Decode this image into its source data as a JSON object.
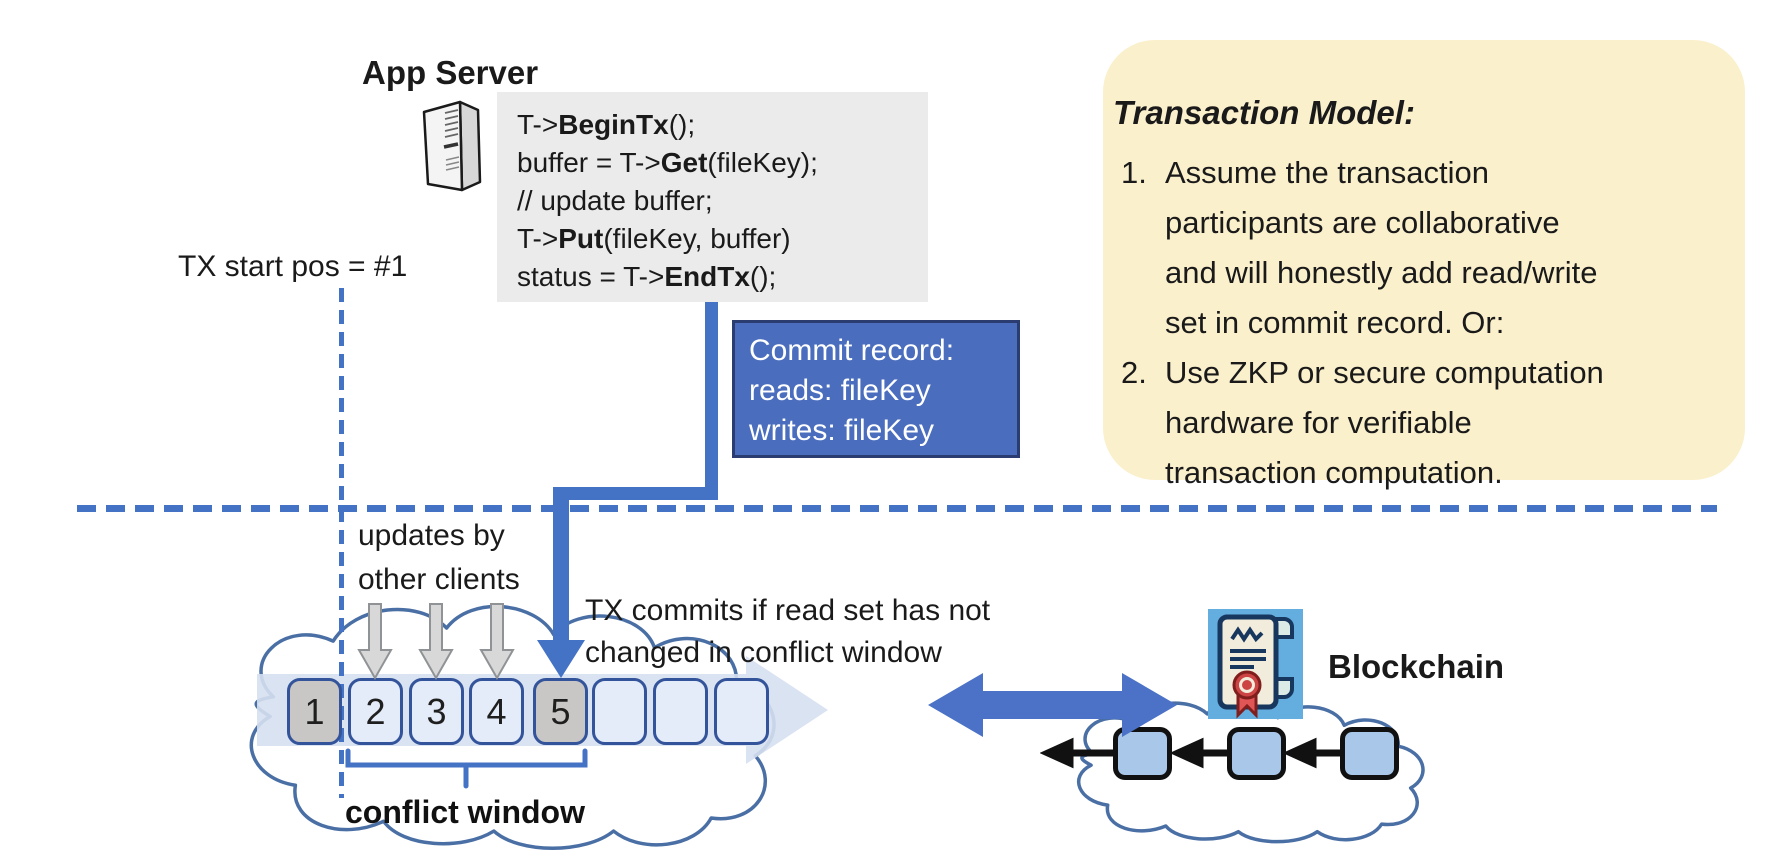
{
  "app_server": {
    "label": "App Server"
  },
  "code_box": {
    "lines": [
      [
        "T->",
        "BeginTx",
        "();"
      ],
      [
        "buffer = T->",
        "Get",
        "(fileKey);"
      ],
      [
        "// update buffer;"
      ],
      [
        "T->",
        "Put",
        "(fileKey, buffer)"
      ],
      [
        "status = T->",
        "EndTx",
        "();"
      ]
    ]
  },
  "tx_start": {
    "label": "TX start pos = #1"
  },
  "commit_record": {
    "text": "Commit record:\nreads: fileKey\nwrites: fileKey"
  },
  "note": {
    "title": "Transaction Model:",
    "items": [
      {
        "num": "1.",
        "text": "Assume the transaction\nparticipants are collaborative\nand will honestly add read/write\nset in commit record.  Or:"
      },
      {
        "num": "2.",
        "text": "Use ZKP or secure computation\nhardware for verifiable\ntransaction computation."
      }
    ]
  },
  "labels": {
    "updates": "updates by\nother clients",
    "tx_commits": "TX commits if read set has not\nchanged in conflict window",
    "conflict_window": "conflict window",
    "blockchain": "Blockchain"
  },
  "timeline": {
    "blocks": [
      {
        "label": "1",
        "gray": true
      },
      {
        "label": "2",
        "gray": false
      },
      {
        "label": "3",
        "gray": false
      },
      {
        "label": "4",
        "gray": false
      },
      {
        "label": "5",
        "gray": true
      },
      {
        "label": "",
        "gray": false
      },
      {
        "label": "",
        "gray": false
      },
      {
        "label": "",
        "gray": false
      }
    ]
  },
  "blockchain": {
    "block_count": 3
  },
  "colors": {
    "accent_blue": "#4472C4",
    "commit_bg": "#4A6DBE",
    "commit_border": "#2B3D70",
    "note_bg": "#FBF0CC",
    "code_bg": "#EBEBEB",
    "timeline_fill": "#E3ECF8",
    "timeline_gray": "#C8C7C5",
    "timeline_border": "#33539B",
    "band_fill": "#D6E0F1",
    "cloud_stroke": "#4A6FA5",
    "chain_block_fill": "#A9C7E9",
    "contract_bg": "#63ADDF",
    "gray_arrow_fill": "#D8D8D8"
  }
}
